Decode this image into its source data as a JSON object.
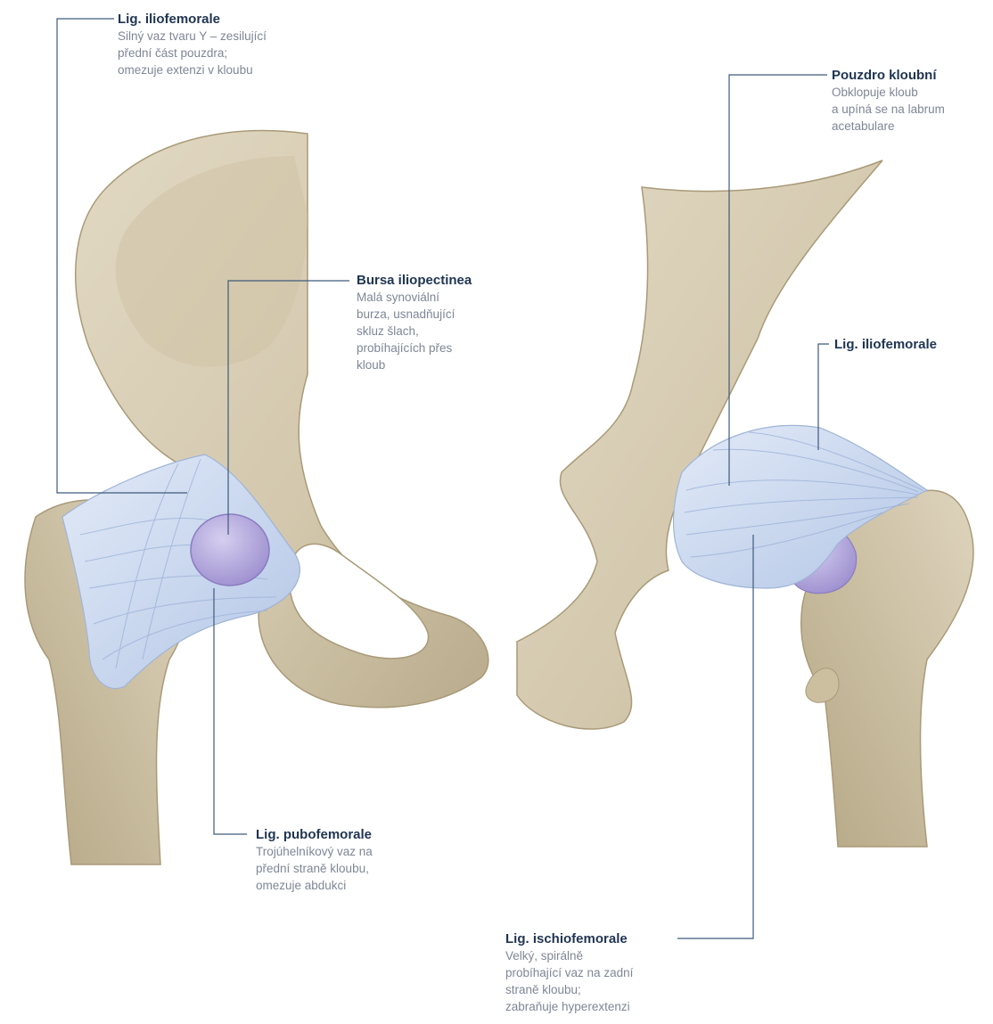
{
  "labels": {
    "iliofemorale_left": {
      "title": "Lig. iliofemorale",
      "lines": [
        "Silný vaz tvaru Y – zesilující",
        "přední část pouzdra;",
        "omezuje extenzi v kloubu"
      ]
    },
    "bursa": {
      "title": "Bursa iliopectinea",
      "lines": [
        "Malá synoviální",
        "burza, usnadňující",
        "skluz šlach,",
        "probíhajících přes",
        "kloub"
      ]
    },
    "pubofemorale": {
      "title": "Lig. pubofemorale",
      "lines": [
        "Trojúhelníkový vaz na",
        "přední straně kloubu,",
        "omezuje abdukci"
      ]
    },
    "pouzdro": {
      "title": "Pouzdro kloubní",
      "lines": [
        "Obklopuje kloub",
        "a upíná se na labrum",
        "acetabulare"
      ]
    },
    "iliofemorale_right": {
      "title": "Lig. iliofemorale"
    },
    "ischiofemorale": {
      "title": "Lig. ischiofemorale",
      "lines": [
        "Velký, spirálně",
        "probíhající vaz na zadní",
        "straně kloubu;",
        "zabraňuje hyperextenzi"
      ]
    }
  },
  "colors": {
    "bone": "#d9cfb8",
    "bone_shadow": "#b5a785",
    "ligament": "#c9d8ef",
    "bursa": "#b9aede",
    "leader_line": "#3f5a7a"
  }
}
